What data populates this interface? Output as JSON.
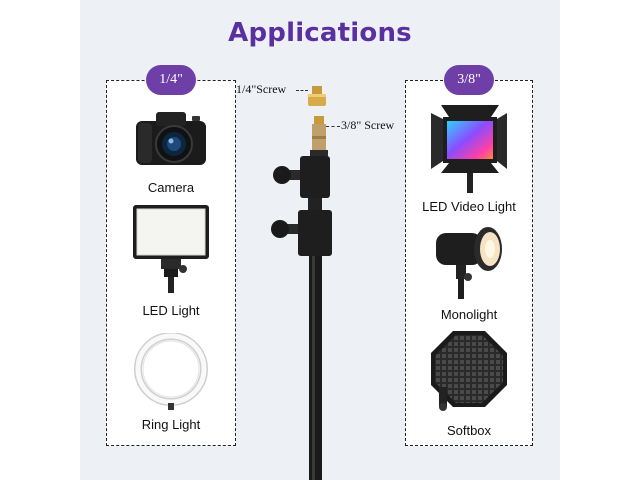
{
  "title": "Applications",
  "left_panel": {
    "badge": "1/4\"",
    "items": [
      {
        "label": "Camera"
      },
      {
        "label": "LED Light"
      },
      {
        "label": "Ring Light"
      }
    ]
  },
  "right_panel": {
    "badge": "3/8\"",
    "items": [
      {
        "label": "LED Video Light"
      },
      {
        "label": "Monolight"
      },
      {
        "label": "Softbox"
      }
    ]
  },
  "screws": {
    "quarter": "1/4\"Screw",
    "three_eighths": "3/8\" Screw"
  }
}
